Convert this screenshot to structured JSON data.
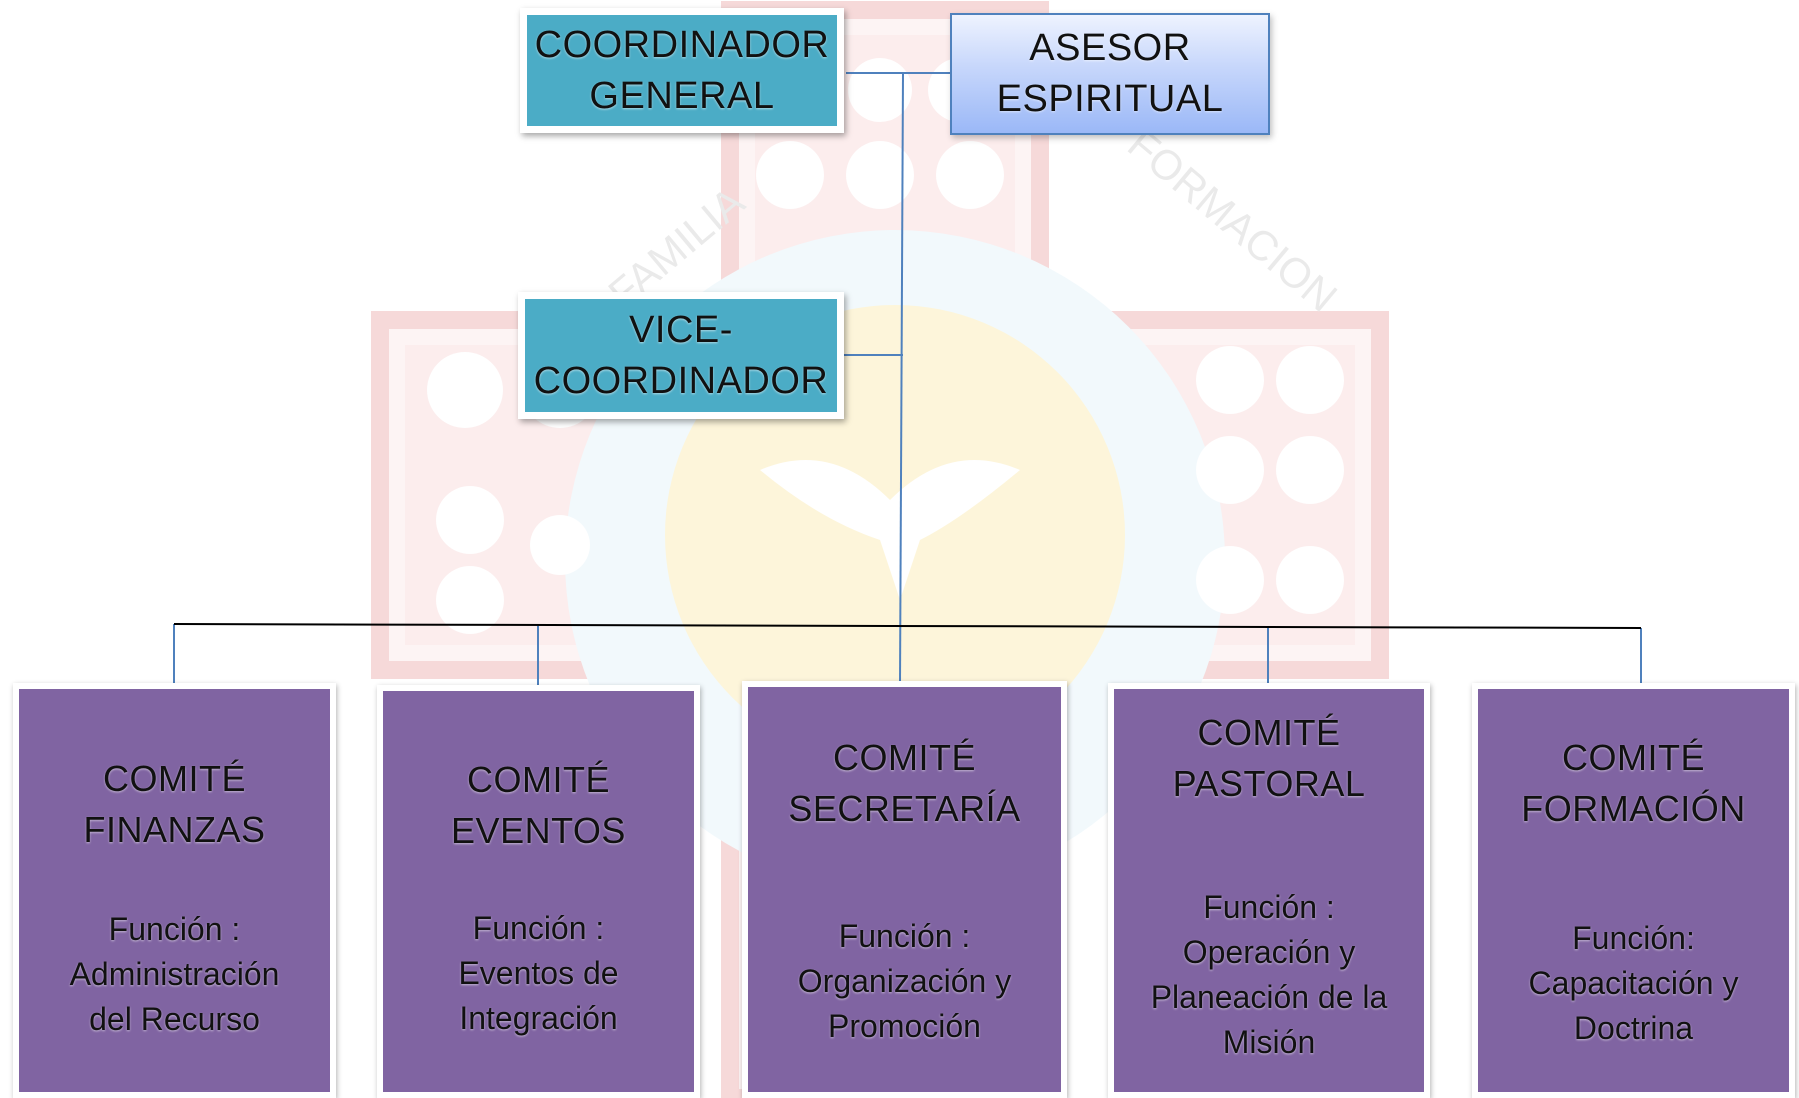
{
  "diagram": {
    "coordinador": {
      "title": "COORDINADOR\nGENERAL"
    },
    "asesor": {
      "title": "ASESOR\nESPIRITUAL"
    },
    "vice": {
      "title": "VICE-\nCOORDINADOR"
    },
    "comites": [
      {
        "title": "COMITÉ\nFINANZAS",
        "funcion": "Función :\nAdministración\ndel Recurso"
      },
      {
        "title": "COMITÉ\nEVENTOS",
        "funcion": "Función :\nEventos de\nIntegración"
      },
      {
        "title": "COMITÉ\nSECRETARÍA",
        "funcion": "Función :\nOrganización y\nPromoción"
      },
      {
        "title": "COMITÉ\nPASTORAL",
        "funcion": "Función :\nOperación y\nPlaneación de la\nMisión"
      },
      {
        "title": "COMITÉ\nFORMACIÓN",
        "funcion": "Función:\nCapacitación y\nDoctrina"
      }
    ]
  },
  "watermark": {
    "text_left": "FAMILIA",
    "text_right": "FORMACION"
  },
  "colors": {
    "top_box": "#4bacc6",
    "asesor_box": "#b4c9fa",
    "comite_box": "#8064a2",
    "connector": "#4f81bd",
    "horizontal_line": "#000000"
  }
}
